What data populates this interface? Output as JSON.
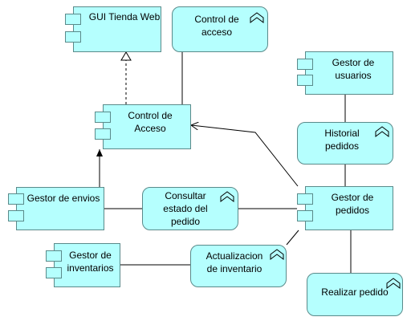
{
  "diagram": {
    "components": {
      "gui_tienda_web": "GUI Tienda Web",
      "control_acceso": "Control de\nAcceso",
      "gestor_envios": "Gestor de envios",
      "gestor_inventarios": "Gestor de\ninventarios",
      "gestor_usuarios": "Gestor de\nusuarios",
      "gestor_pedidos": "Gestor de\npedidos"
    },
    "services": {
      "control_de_acceso": "Control de\nacceso",
      "historial_pedidos": "Historial\npedidos",
      "consultar_estado": "Consultar\nestado del\npedido",
      "actualizacion_inventario": "Actualizacion\nde inventario",
      "realizar_pedido": "Realizar pedido"
    },
    "colors": {
      "fill": "#b5fffe",
      "border": "#5a8a8a",
      "line": "#000000"
    }
  }
}
